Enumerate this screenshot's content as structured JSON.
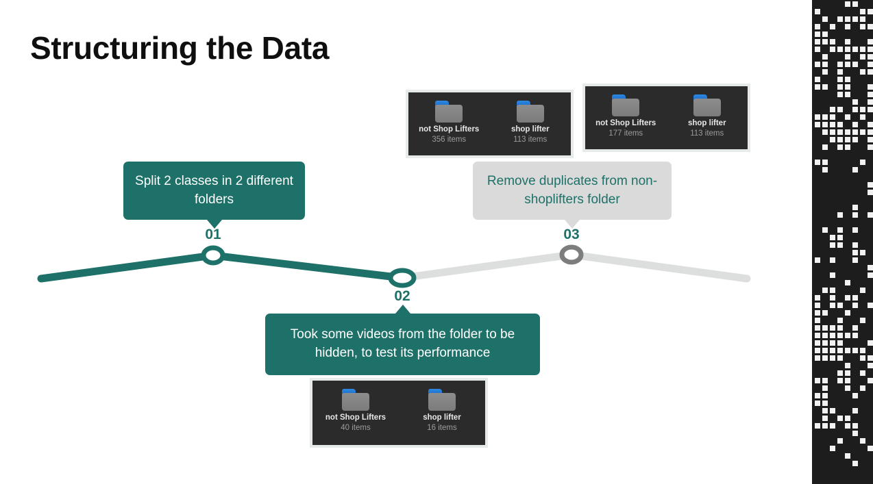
{
  "slide": {
    "title": "Structuring the Data",
    "background": "#ffffff",
    "accent_color": "#1d7168",
    "muted_color": "#d9dad9"
  },
  "timeline": {
    "steps": [
      {
        "number": "01",
        "text": "Split 2 classes in 2 different folders",
        "style": "teal",
        "position": "above",
        "node_color": "#1d7168"
      },
      {
        "number": "02",
        "text": "Took some videos from the folder to be hidden, to test its performance",
        "style": "teal",
        "position": "below",
        "node_color": "#1d7168"
      },
      {
        "number": "03",
        "text": "Remove duplicates from non-shoplifters folder",
        "style": "gray",
        "position": "above",
        "node_color": "#7d7d7d"
      }
    ]
  },
  "screenshots": [
    {
      "id": "shot-step-01",
      "folders": [
        {
          "name": "not Shop Lifters",
          "count": "356 items",
          "icon": "folder-icon"
        },
        {
          "name": "shop lifter",
          "count": "113 items",
          "icon": "folder-icon"
        }
      ]
    },
    {
      "id": "shot-step-03",
      "folders": [
        {
          "name": "not Shop Lifters",
          "count": "177 items",
          "icon": "folder-icon"
        },
        {
          "name": "shop lifter",
          "count": "113 items",
          "icon": "folder-icon"
        }
      ]
    },
    {
      "id": "shot-step-02",
      "folders": [
        {
          "name": "not Shop Lifters",
          "count": "40 items",
          "icon": "folder-icon"
        },
        {
          "name": "shop lifter",
          "count": "16 items",
          "icon": "folder-icon"
        }
      ]
    }
  ],
  "decoration": {
    "pixel_panel": {
      "background": "#1d1d1d",
      "pixel_color": "#f2f2f2"
    }
  }
}
